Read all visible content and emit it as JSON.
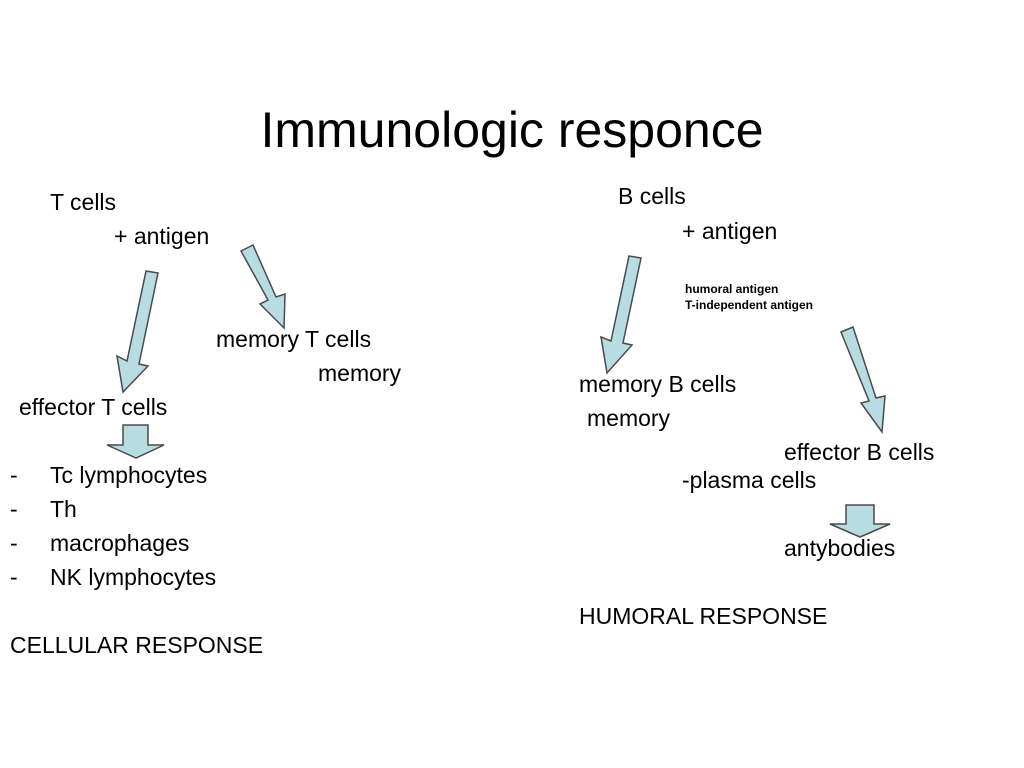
{
  "slide": {
    "title": "Immunologic responce",
    "colors": {
      "arrow_fill": "#b7dde3",
      "arrow_stroke": "#4a4a4a"
    }
  },
  "left": {
    "t_cells": "T cells",
    "antigen": "+ antigen",
    "memory_t_cells": "memory T cells",
    "memory": "memory",
    "effector_t_cells": "effector T cells",
    "list": [
      "Tc lymphocytes",
      "Th",
      "macrophages",
      "NK lymphocytes"
    ],
    "list_marker": "-",
    "response": "CELLULAR RESPONSE"
  },
  "right": {
    "b_cells": "B cells",
    "antigen": "+ antigen",
    "note_line1": "humoral antigen",
    "note_line2": "T-independent antigen",
    "memory_b_cells": "memory B cells",
    "memory": "memory",
    "effector_b_cells": "effector B cells",
    "plasma_cells": "-plasma cells",
    "antibodies": "antybodies",
    "response": "HUMORAL RESPONSE"
  }
}
